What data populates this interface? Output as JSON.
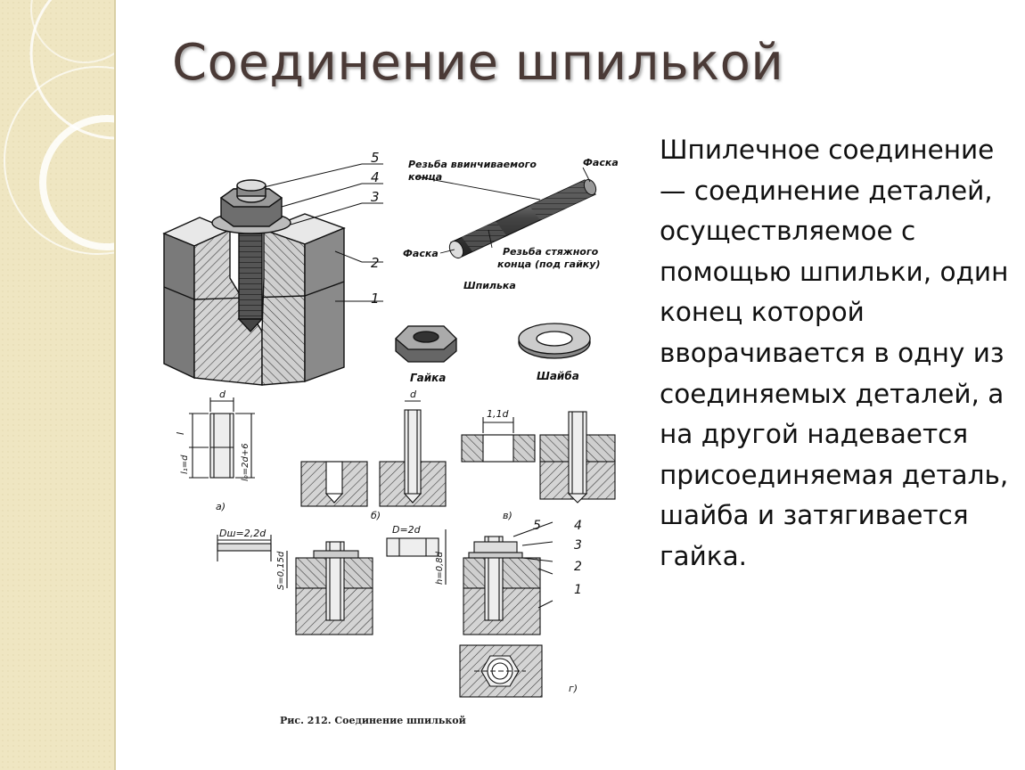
{
  "slide": {
    "title": "Соединение шпилькой",
    "body": "Шпилечное соединение — соединение деталей, осуществляемое с помощью шпильки, один конец которой вворачивается в одну из соединяемых деталей, а на другой надевается присоединяемая деталь, шайба и затягивается гайка."
  },
  "figure": {
    "callouts_iso": [
      "5",
      "4",
      "3",
      "2",
      "1"
    ],
    "stud_labels": {
      "thread_screw_end_1": "Резьба ввинчиваемого",
      "thread_screw_end_2": "конца",
      "chamfer_top": "Фаска",
      "chamfer_left": "Фаска",
      "thread_nut_end_1": "Резьба стяжного",
      "thread_nut_end_2": "конца (под гайку)",
      "stud": "Шпилька"
    },
    "nut_label": "Гайка",
    "washer_label": "Шайба",
    "dims": {
      "d_a": "d",
      "l": "l",
      "l1": "l₁=d",
      "l0": "l₀=2d+6",
      "d_b": "d",
      "d11": "1,1d",
      "Dw": "Dш=2,2d",
      "S": "S=0,15d",
      "D2": "D=2d",
      "h": "h=0,8d"
    },
    "view_labels": [
      "а)",
      "б)",
      "в)",
      "г)"
    ],
    "callouts_section": [
      "5",
      "4",
      "3",
      "2",
      "1"
    ],
    "caption": "Рис. 212. Соединение шпилькой"
  }
}
